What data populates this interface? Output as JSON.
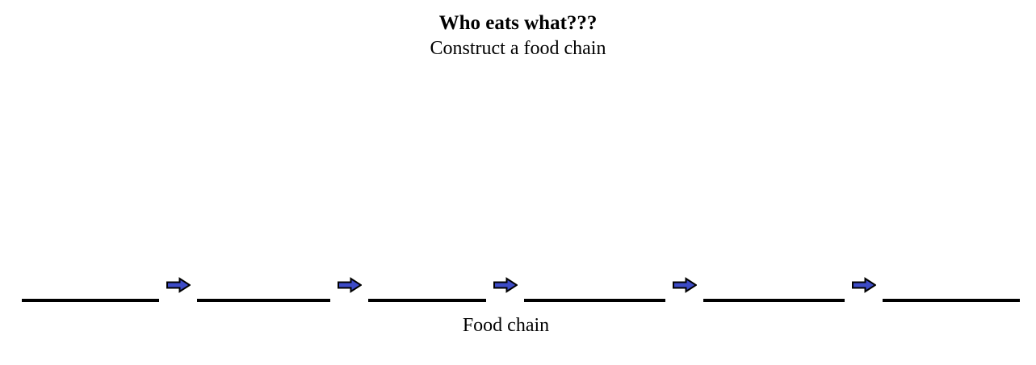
{
  "title": "Who eats what???",
  "subtitle": "Construct a food chain",
  "food_chain": {
    "label": "Food chain",
    "slots": [
      {
        "value": ""
      },
      {
        "value": ""
      },
      {
        "value": ""
      },
      {
        "value": ""
      },
      {
        "value": ""
      },
      {
        "value": ""
      }
    ],
    "arrow_count": 5,
    "icons": {
      "arrow": "right-block-arrow-icon"
    },
    "colors": {
      "arrow_fill": "#3D4BC7",
      "arrow_outline": "#000000",
      "blank_line": "#000000",
      "text": "#000000",
      "background": "#FFFFFF"
    }
  }
}
